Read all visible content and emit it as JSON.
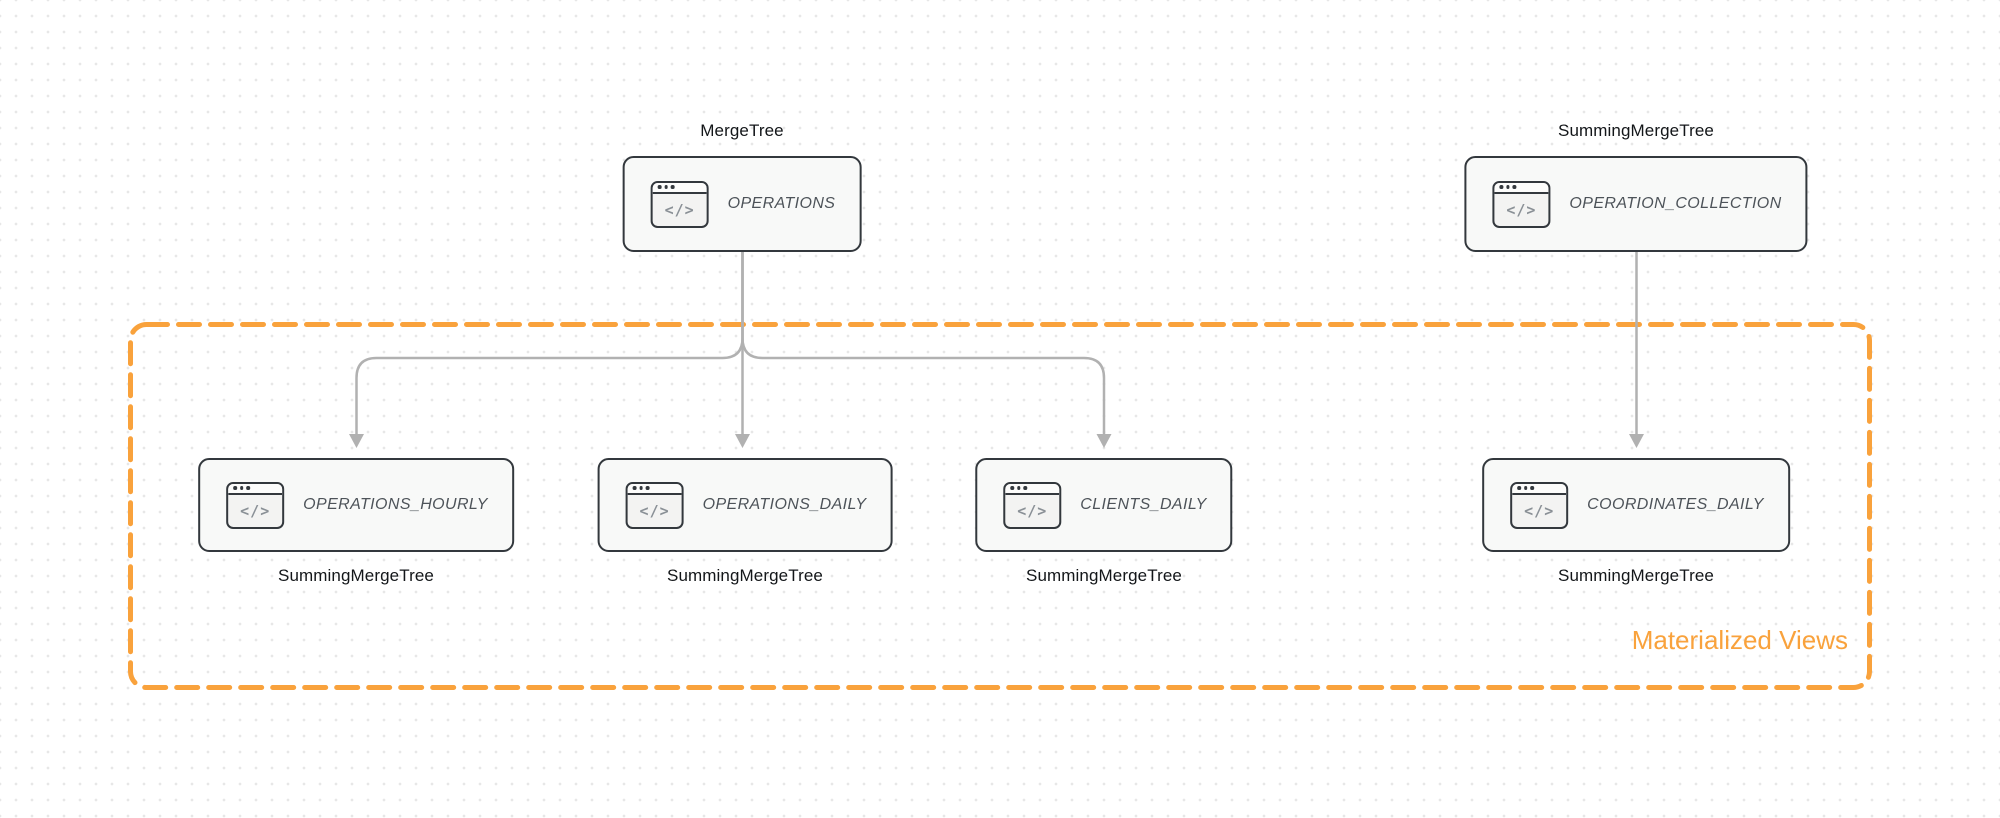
{
  "colors": {
    "accent_orange": "#F9A23C",
    "node_border": "#33383D",
    "node_fill": "#F8F9F8",
    "arrow_gray": "#B1B1B1",
    "engine_label_text": "#131619",
    "node_title_text": "#4D5359",
    "icon_glyph_gray": "#8A9096",
    "canvas_dot": "#E7E7E7"
  },
  "icon": {
    "name": "code-window-icon",
    "glyph": "</>"
  },
  "nodes": [
    {
      "id": "operations",
      "engine": "MergeTree",
      "engine_position": "top",
      "title": "OPERATIONS"
    },
    {
      "id": "operation_collection",
      "engine": "SummingMergeTree",
      "engine_position": "top",
      "title": "OPERATION_COLLECTION"
    },
    {
      "id": "operations_hourly",
      "engine": "SummingMergeTree",
      "engine_position": "bottom",
      "title": "OPERATIONS_HOURLY"
    },
    {
      "id": "operations_daily",
      "engine": "SummingMergeTree",
      "engine_position": "bottom",
      "title": "OPERATIONS_DAILY"
    },
    {
      "id": "clients_daily",
      "engine": "SummingMergeTree",
      "engine_position": "bottom",
      "title": "CLIENTS_DAILY"
    },
    {
      "id": "coordinates_daily",
      "engine": "SummingMergeTree",
      "engine_position": "bottom",
      "title": "COORDINATES_DAILY"
    }
  ],
  "edges": [
    {
      "from": "operations",
      "to": "operations_hourly"
    },
    {
      "from": "operations",
      "to": "operations_daily"
    },
    {
      "from": "operations",
      "to": "clients_daily"
    },
    {
      "from": "operation_collection",
      "to": "coordinates_daily"
    }
  ],
  "group": {
    "label": "Materialized Views"
  }
}
